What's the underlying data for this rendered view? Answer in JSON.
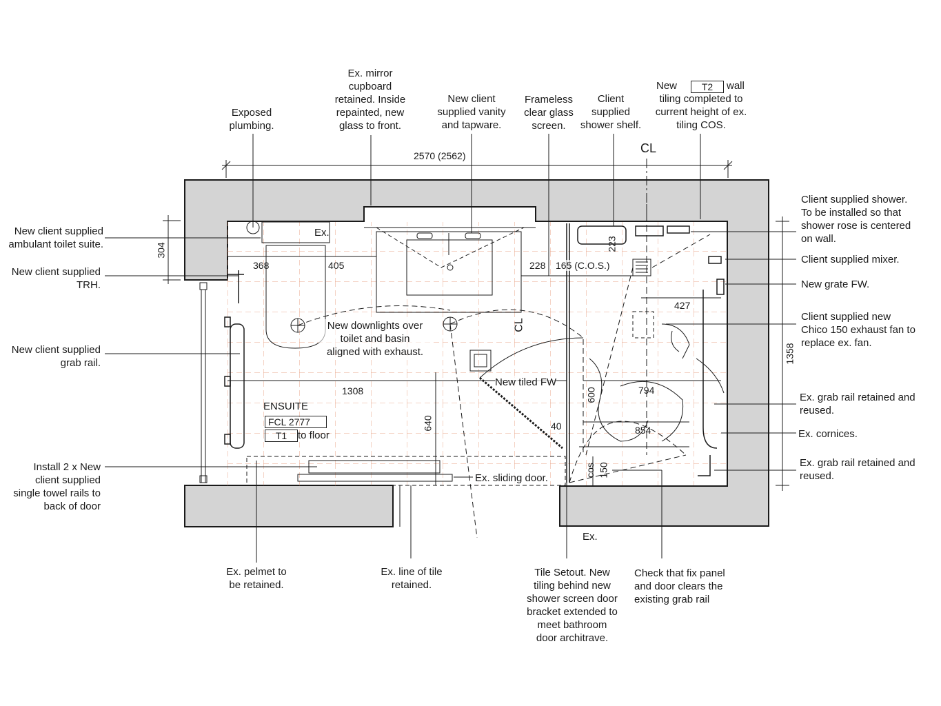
{
  "labels": {
    "exposed_plumbing": [
      "Exposed",
      "plumbing."
    ],
    "mirror_cupboard": [
      "Ex. mirror",
      "cupboard",
      "retained. Inside",
      "repainted, new",
      "glass to front."
    ],
    "vanity": [
      "New client",
      "supplied vanity",
      "and tapware."
    ],
    "glass_screen": [
      "Frameless",
      "clear glass",
      "screen."
    ],
    "shower_shelf": [
      "Client",
      "supplied",
      "shower shelf."
    ],
    "wall_tiling_new": "New",
    "wall_tiling_code": "T2",
    "wall_tiling_wall": "wall",
    "wall_tiling_rest": [
      "tiling completed to",
      "current height of ex.",
      "tiling COS."
    ],
    "toilet_suite": [
      "New client supplied",
      "ambulant toilet suite."
    ],
    "trh": [
      "New client supplied",
      "TRH."
    ],
    "grab_rail_left": [
      "New client supplied",
      "grab rail."
    ],
    "towel_rails": [
      "Install 2 x New",
      "client supplied",
      "single towel rails to",
      "back of door"
    ],
    "shower": [
      "Client supplied shower.",
      "To be installed so that",
      "shower rose is centered",
      "on wall."
    ],
    "mixer": "Client supplied mixer.",
    "grate_fw": "New grate FW.",
    "exhaust_fan": [
      "Client supplied new",
      "Chico 150 exhaust fan to",
      "replace ex. fan."
    ],
    "grab_rail_right_1": [
      "Ex. grab rail retained and",
      "reused."
    ],
    "cornices": "Ex. cornices.",
    "grab_rail_right_2": [
      "Ex. grab rail retained and",
      "reused."
    ],
    "pelmet": [
      "Ex. pelmet to",
      "be retained."
    ],
    "tile_line": [
      "Ex. line of tile",
      "retained."
    ],
    "tile_setout": [
      "Tile Setout. New",
      "tiling behind new",
      "shower screen door",
      "bracket extended to",
      "meet bathroom",
      "door architrave."
    ],
    "fix_panel": [
      "Check that fix panel",
      "and door clears the",
      "existing grab rail"
    ],
    "downlights": [
      "New downlights over",
      "toilet and basin",
      "aligned with exhaust."
    ],
    "tiled_fw": "New tiled FW",
    "sliding_door": "Ex. sliding door.",
    "ex_top": "Ex.",
    "ex_bottom": "Ex.",
    "room_name": "ENSUITE",
    "fcl": "FCL 2777",
    "t1": "T1",
    "to_floor": "to floor",
    "centreline_top": "CL",
    "centreline_mid": "CL",
    "cos": "cos"
  },
  "dimensions": {
    "overall": "2570 (2562)",
    "d304": "304",
    "d368": "368",
    "d405": "405",
    "d228": "228",
    "d165": "165 (C.O.S.)",
    "d223": "223",
    "d427": "427",
    "d1358": "1358",
    "d1308": "1308",
    "d640": "640",
    "d600": "600",
    "d794": "794",
    "d40": "40",
    "d854": "854",
    "d150": "150"
  },
  "colors": {
    "wall_fill": "#d4d4d4",
    "line": "#1a1a1a",
    "tile_grid": "#e8a58a"
  }
}
